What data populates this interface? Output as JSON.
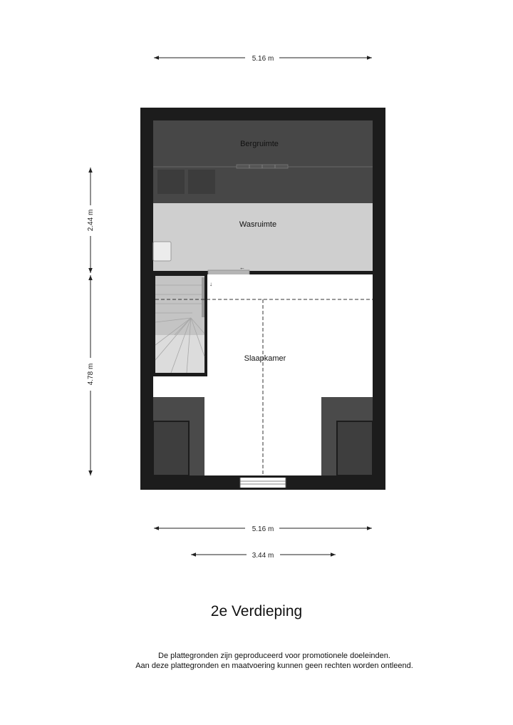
{
  "dimensions": {
    "top_width": "5.16 m",
    "bottom_width": "5.16 m",
    "bottom_window_width": "3.44 m",
    "left_upper_depth": "2.44 m",
    "left_lower_depth": "4.78 m"
  },
  "rooms": {
    "storage": "Bergruimte",
    "laundry": "Wasruimte",
    "bedroom": "Slaapkamer"
  },
  "door_arrows": {
    "laundry_door": "←",
    "bedroom_door": "↓"
  },
  "floor_title": "2e Verdieping",
  "disclaimer": {
    "line1": "De plattegronden zijn geproduceerd voor promotionele doeleinden.",
    "line2": "Aan deze plattegronden en maatvoering kunnen geen rechten worden ontleend."
  },
  "colors": {
    "wall": "#1c1c1c",
    "low_ceiling": "#4d4d4d",
    "laundry_floor": "#cfcfcf",
    "bedroom_floor": "#ffffff"
  }
}
